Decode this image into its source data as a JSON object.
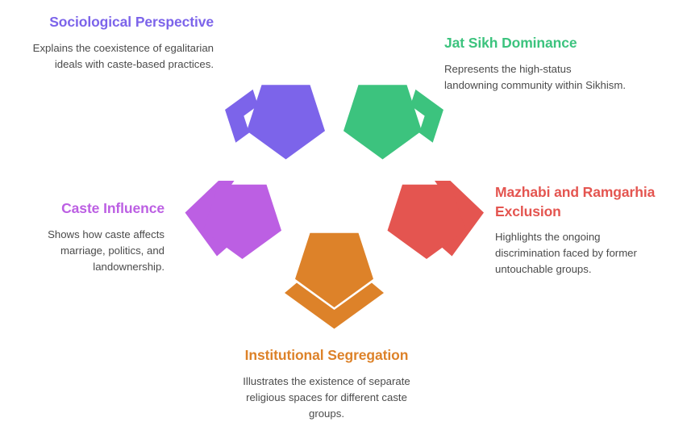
{
  "diagram": {
    "type": "radial-pentagon-cluster",
    "background_color": "#ffffff",
    "body_text_color": "#4b4b4b",
    "nodes": [
      {
        "id": "sociological",
        "title": "Sociological Perspective",
        "title_line1": "Sociological",
        "title_line2": "Perspective",
        "description": "Explains the coexistence of egalitarian ideals with caste-based practices.",
        "color": "#7c64ea",
        "icon": "pentagon-bracket-icon",
        "align": "right",
        "position": "top-left"
      },
      {
        "id": "jat-sikh-dominance",
        "title": "Jat Sikh Dominance",
        "description": "Represents the high-status landowning community within Sikhism.",
        "color": "#3cc37e",
        "icon": "pentagon-bracket-icon",
        "align": "left",
        "position": "top-right"
      },
      {
        "id": "caste-influence",
        "title": "Caste Influence",
        "description": "Shows how caste affects marriage, politics, and landownership.",
        "color": "#bc5fe3",
        "icon": "pentagon-bracket-icon",
        "align": "right",
        "position": "middle-left"
      },
      {
        "id": "mazhabi-ramgarhia-exclusion",
        "title": "Mazhabi and Ramgarhia Exclusion",
        "title_line1": "Mazhabi and",
        "title_line2": "Ramgarhia Exclusion",
        "description": "Highlights the ongoing discrimination faced by former untouchable groups.",
        "color": "#e45550",
        "icon": "pentagon-bracket-icon",
        "align": "left",
        "position": "middle-right"
      },
      {
        "id": "institutional-segregation",
        "title": "Institutional Segregation",
        "title_line1": "Institutional",
        "title_line2": "Segregation",
        "description": "Illustrates the existence of separate religious spaces for different caste groups.",
        "color": "#dd8229",
        "icon": "pentagon-bracket-icon",
        "align": "center",
        "position": "bottom-center"
      }
    ]
  }
}
